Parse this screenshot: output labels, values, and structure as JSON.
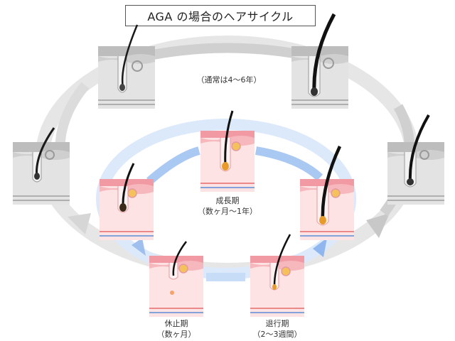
{
  "title": "AGA の場合のヘアサイクル",
  "outer_cycle": {
    "note": "（通常は4〜6年）",
    "panel_style": "gray"
  },
  "inner_cycle": {
    "phases": [
      {
        "name": "成長期",
        "duration": "（数ヶ月〜1年）"
      },
      {
        "name": "退行期",
        "duration": "（2〜3週間）"
      },
      {
        "name": "休止期",
        "duration": "（数ヶ月）"
      }
    ],
    "panel_style": "pink"
  },
  "colors": {
    "outer_ring": "#e3e3e3",
    "outer_arrow": "#c8c8c8",
    "inner_ring": "#cfe3fb",
    "inner_arrow": "#8fb6ee",
    "skin_pink": "#f8c7cc",
    "skin_top": "#f19aa4",
    "skin_gray": "#dddddd",
    "hair": "#1a1a1a",
    "follicle_bulb": "#e89a2b"
  }
}
